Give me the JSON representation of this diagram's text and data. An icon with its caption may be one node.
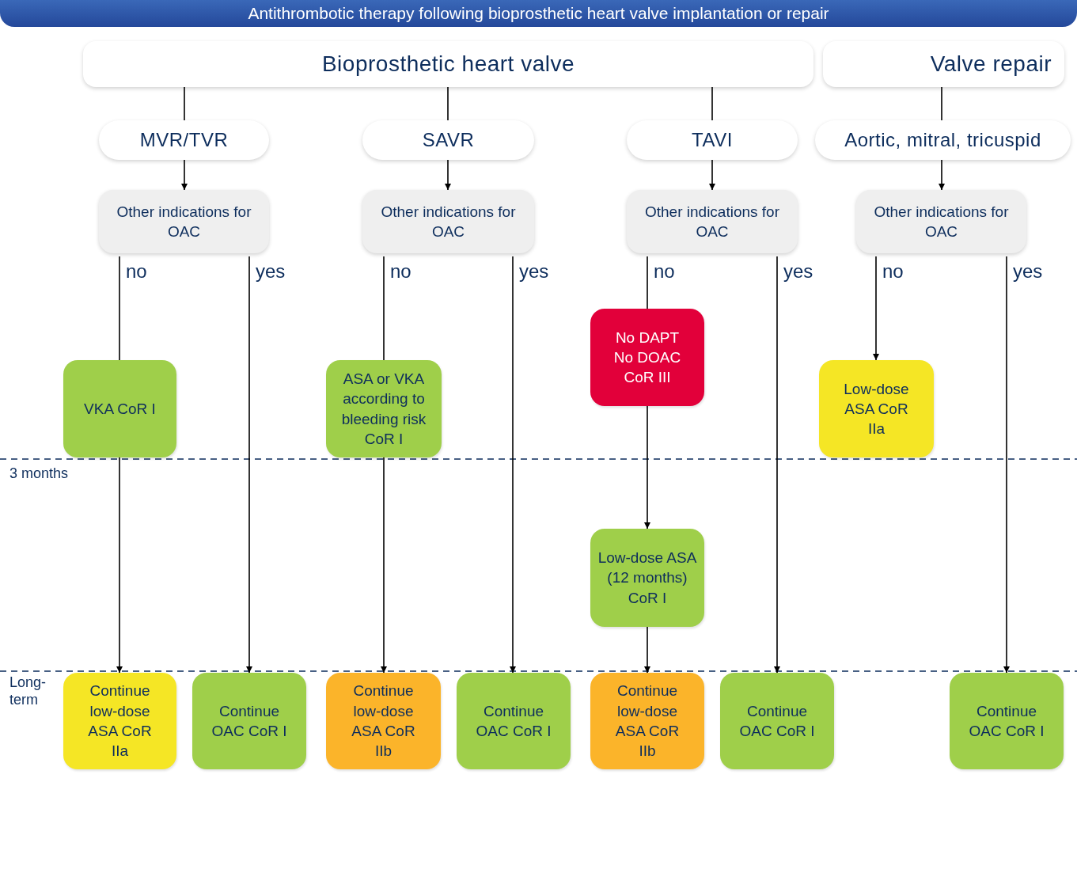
{
  "diagram": {
    "title": "Antithrombotic therapy following bioprosthetic heart valve implantation or repair",
    "nodes": [
      {
        "text": [
          "Bioprosthetic heart valve"
        ]
      },
      {
        "text": [
          "Valve repair"
        ]
      },
      {
        "text": [
          "MVR/TVR"
        ]
      },
      {
        "text": [
          "SAVR"
        ]
      },
      {
        "text": [
          "TAVI"
        ]
      },
      {
        "text": [
          "Aortic, mitral, tricuspid"
        ]
      },
      {
        "text": [
          "Other indications for OAC"
        ]
      },
      {
        "text": [
          "Other indications for OAC"
        ]
      },
      {
        "text": [
          "Other indications for OAC"
        ]
      },
      {
        "text": [
          "Other indications for OAC"
        ]
      },
      {
        "text": [
          "VKA CoR I"
        ]
      },
      {
        "text": [
          "ASA or VKA according to bleeding risk CoR I"
        ]
      },
      {
        "text": [
          "No DAPT No DOAC CoR III"
        ]
      },
      {
        "text": [
          "Low-dose ASA CoR IIa"
        ]
      },
      {
        "text": [
          "Low-dose ASA (12 months) CoR I"
        ]
      },
      {
        "text": [
          "Continue low-dose ASA CoR IIa"
        ]
      },
      {
        "text": [
          "Continue OAC CoR I"
        ]
      },
      {
        "text": [
          "Continue low-dose ASA CoR IIb"
        ]
      },
      {
        "text": [
          "Continue OAC CoR I"
        ]
      },
      {
        "text": [
          "Continue low-dose ASA CoR IIb"
        ]
      },
      {
        "text": [
          "Continue OAC CoR I"
        ]
      },
      {
        "text": [
          "Continue OAC CoR I"
        ]
      }
    ],
    "edges": [
      {
        "from": 0,
        "to": 2,
        "arrow": "none"
      },
      {
        "from": 0,
        "to": 3,
        "arrow": "none"
      },
      {
        "from": 0,
        "to": 4,
        "arrow": "none"
      },
      {
        "from": 1,
        "to": 5,
        "arrow": "none"
      },
      {
        "from": 2,
        "to": 6,
        "arrow": "to"
      },
      {
        "from": 3,
        "to": 7,
        "arrow": "to"
      },
      {
        "from": 4,
        "to": 8,
        "arrow": "to"
      },
      {
        "from": 5,
        "to": 9,
        "arrow": "to"
      },
      {
        "from": 6,
        "to": 10,
        "arrow": "none",
        "label": "no"
      },
      {
        "from": 6,
        "to": 16,
        "arrow": "to",
        "label": "yes"
      },
      {
        "from": 10,
        "to": 15,
        "arrow": "to"
      },
      {
        "from": 7,
        "to": 11,
        "arrow": "none",
        "label": "no"
      },
      {
        "from": 7,
        "to": 18,
        "arrow": "to",
        "label": "yes"
      },
      {
        "from": 11,
        "to": 17,
        "arrow": "to"
      },
      {
        "from": 8,
        "to": 12,
        "arrow": "none",
        "label": "no"
      },
      {
        "from": 8,
        "to": 20,
        "arrow": "to",
        "label": "yes"
      },
      {
        "from": 12,
        "to": 14,
        "arrow": "to"
      },
      {
        "from": 14,
        "to": 19,
        "arrow": "to"
      },
      {
        "from": 9,
        "to": 13,
        "arrow": "to",
        "label": "no"
      },
      {
        "from": 9,
        "to": 21,
        "arrow": "to",
        "label": "yes"
      }
    ],
    "labels": [
      "3 months",
      "Long-term"
    ]
  }
}
